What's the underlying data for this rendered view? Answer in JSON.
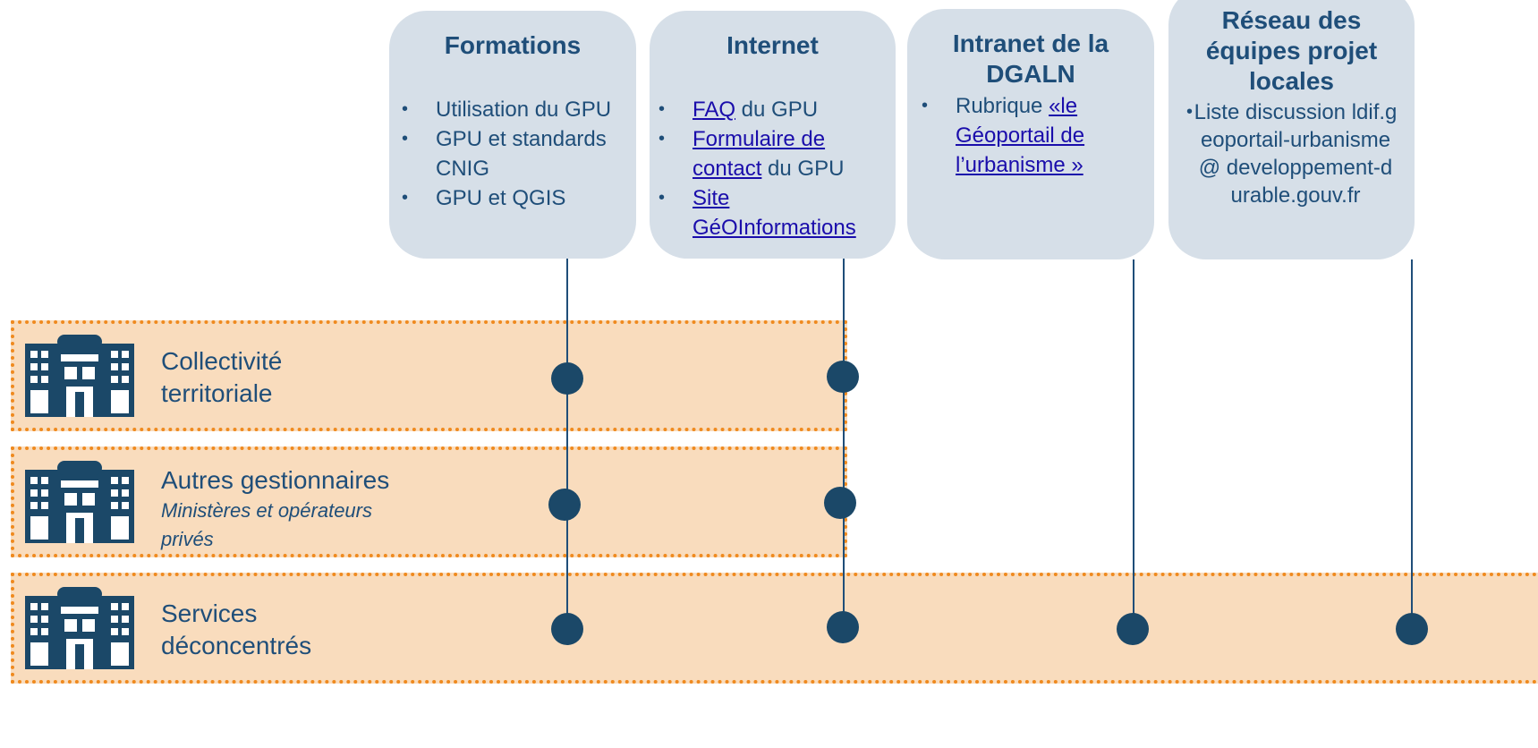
{
  "cards": [
    {
      "title": "Formations",
      "items": [
        "Utilisation du GPU",
        "GPU et standards CNIG",
        "GPU et QGIS"
      ]
    },
    {
      "title": "Internet",
      "items": [
        {
          "link": "FAQ",
          "rest": " du GPU"
        },
        {
          "link": "Formulaire de contact",
          "rest": " du GPU"
        },
        {
          "link": "Site GéOInformations",
          "rest": ""
        }
      ]
    },
    {
      "title": "Intranet de la DGALN",
      "items": [
        {
          "prefix": "Rubrique ",
          "link": "«le Géoportail de l’urbanisme »"
        }
      ]
    },
    {
      "title": "Réseau des équipes projet locales",
      "items": [
        "Liste discussion ldif.geoportail-urbanisme@ developpement-durable.gouv.fr"
      ]
    }
  ],
  "bands": [
    {
      "label": "Collectivité territoriale",
      "sublabel": ""
    },
    {
      "label": "Autres gestionnaires",
      "sublabel": "Ministères et opérateurs privés"
    },
    {
      "label": "Services déconcentrés",
      "sublabel": ""
    }
  ],
  "icons": {
    "band_icon": "building-icon",
    "node": "dot"
  },
  "colors": {
    "card_bg": "#d6dfe8",
    "band_bg": "#f9dcbd",
    "band_border": "#ef8a1f",
    "primary": "#1f4e79",
    "link": "#1a0dab"
  }
}
